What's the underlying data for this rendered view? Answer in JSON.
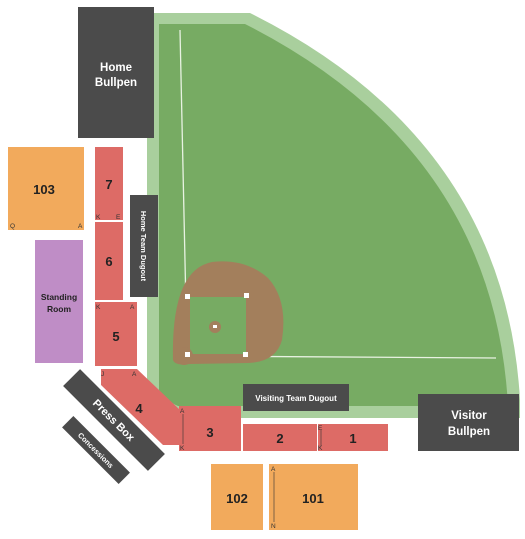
{
  "colors": {
    "outfield": "#77ab63",
    "warning_track": "#a9cf9d",
    "infield_dirt": "#a37f5c",
    "section_red": "#dd6b66",
    "section_orange": "#f2aa5c",
    "standing_purple": "#bf8dc6",
    "dark_block": "#4b4b4b"
  },
  "blocks": {
    "home_bullpen": "Home Bullpen",
    "home_team_dugout": "Home Team Dugout",
    "visiting_team_dugout": "Visiting Team Dugout",
    "visitor_bullpen": "Visitor Bullpen",
    "press_box": "Press Box",
    "concessions": "Concessions",
    "standing_room": "Standing Room"
  },
  "sections": {
    "s1": "1",
    "s2": "2",
    "s3": "3",
    "s4": "4",
    "s5": "5",
    "s6": "6",
    "s7": "7",
    "s101": "101",
    "s102": "102",
    "s103": "103"
  },
  "rows": {
    "s103_left": "Q",
    "s103_right": "A",
    "s7_left": "K",
    "s7_right": "E",
    "s5_left": "K",
    "s5_right": "A",
    "s4_left": "J",
    "s4_right": "A",
    "s3_top": "A",
    "s3_bottom": "K",
    "s1_top": "E",
    "s1_bottom": "K",
    "s101_top": "A",
    "s101_bottom": "N"
  }
}
